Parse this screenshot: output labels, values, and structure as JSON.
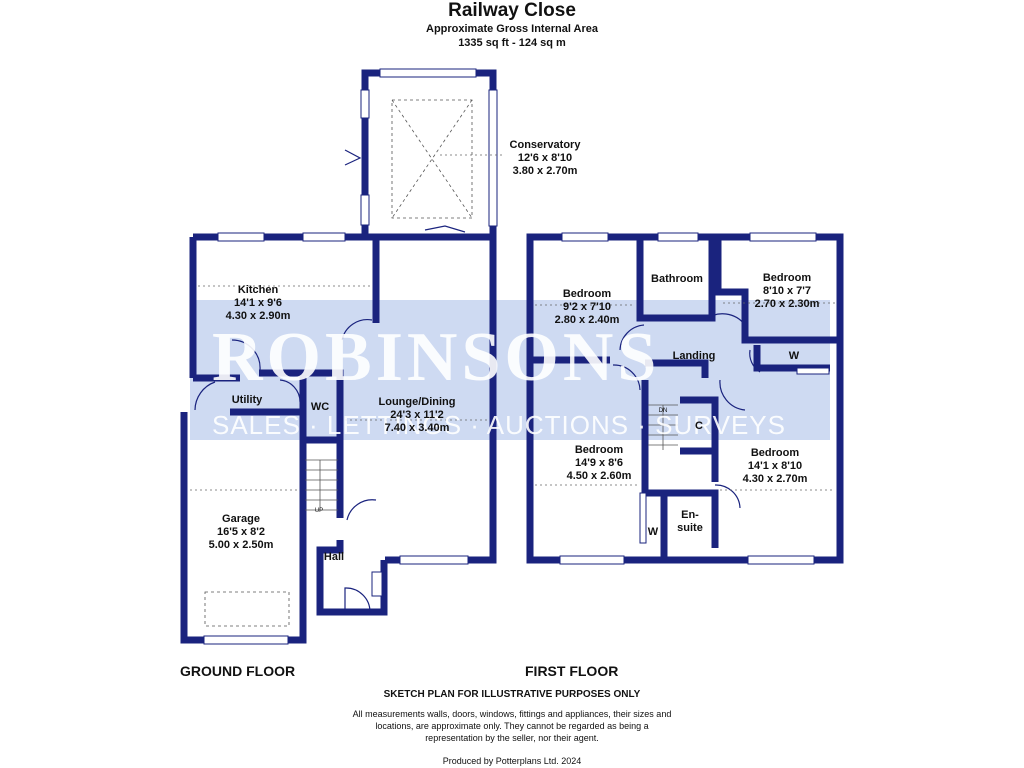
{
  "header": {
    "title": "Railway Close",
    "subtitle": "Approximate Gross Internal Area",
    "area": "1335 sq ft - 124 sq m"
  },
  "watermark": {
    "brand": "ROBINSONS",
    "services": "SALES · LETTINGS · AUCTIONS · SURVEYS"
  },
  "ground_floor": {
    "label": "GROUND FLOOR",
    "rooms": {
      "conservatory": {
        "name": "Conservatory",
        "size_imperial": "12'6 x 8'10",
        "size_metric": "3.80 x 2.70m"
      },
      "kitchen": {
        "name": "Kitchen",
        "size_imperial": "14'1 x 9'6",
        "size_metric": "4.30 x 2.90m"
      },
      "utility": {
        "name": "Utility"
      },
      "wc": {
        "name": "WC"
      },
      "lounge": {
        "name": "Lounge/Dining",
        "size_imperial": "24'3 x 11'2",
        "size_metric": "7.40 x 3.40m"
      },
      "garage": {
        "name": "Garage",
        "size_imperial": "16'5 x 8'2",
        "size_metric": "5.00 x 2.50m"
      },
      "hall": {
        "name": "Hall"
      },
      "stairs_up": "UP"
    }
  },
  "first_floor": {
    "label": "FIRST FLOOR",
    "rooms": {
      "bedroom_tl": {
        "name": "Bedroom",
        "size_imperial": "9'2 x 7'10",
        "size_metric": "2.80 x 2.40m"
      },
      "bathroom": {
        "name": "Bathroom"
      },
      "bedroom_tr": {
        "name": "Bedroom",
        "size_imperial": "8'10 x 7'7",
        "size_metric": "2.70 x 2.30m"
      },
      "landing": {
        "name": "Landing"
      },
      "wardrobe_top": {
        "name": "W"
      },
      "cupboard": {
        "name": "C"
      },
      "bedroom_bl": {
        "name": "Bedroom",
        "size_imperial": "14'9 x 8'6",
        "size_metric": "4.50 x 2.60m"
      },
      "bedroom_br": {
        "name": "Bedroom",
        "size_imperial": "14'1 x 8'10",
        "size_metric": "4.30 x 2.70m"
      },
      "ensuite": {
        "name": "En-\nsuite"
      },
      "wardrobe_bottom": {
        "name": "W"
      },
      "stairs_down": "DN"
    }
  },
  "footer": {
    "heading": "SKETCH PLAN FOR ILLUSTRATIVE PURPOSES ONLY",
    "disclaimer": "All measurements walls, doors, windows, fittings and appliances, their sizes and locations, are approximate only. They cannot be regarded as being a representation by the seller, nor their agent.",
    "produced_by": "Produced by Potterplans Ltd. 2024"
  },
  "colors": {
    "wall": "#1a237e",
    "watermark_band": "#c5d3f0",
    "text": "#111111"
  }
}
